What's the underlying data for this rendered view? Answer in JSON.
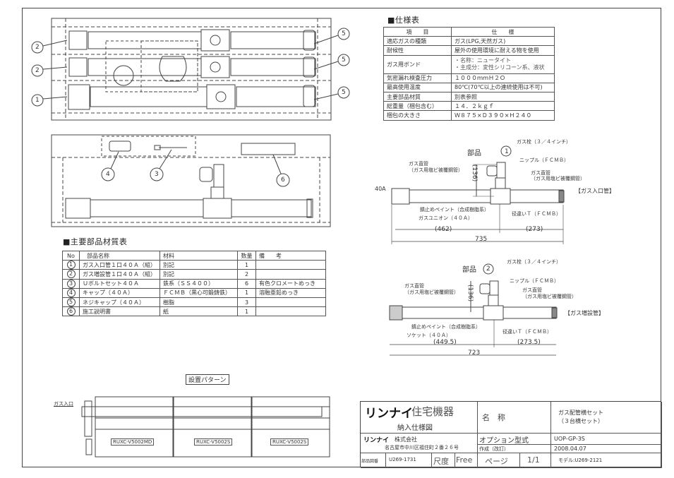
{
  "spec_table": {
    "title": "■仕様表",
    "headers": [
      "項　　目",
      "仕　　様"
    ],
    "rows": [
      {
        "item": "適応ガスの種類",
        "spec": "ガス(LPG,天然ガス)"
      },
      {
        "item": "耐候性",
        "spec": "屋外の使用環境に耐える物を使用"
      },
      {
        "item": "ガス用ボンド",
        "spec": "・名称：ニュータイト",
        "spec2": "・主成分：変性シリコーン系、液状"
      },
      {
        "item": "気密漏れ検査圧力",
        "spec": "１０００ｍｍＨ２Ｏ"
      },
      {
        "item": "最高使用温度",
        "spec": "80℃(70℃以上の連続使用は不可)"
      },
      {
        "item": "主要部品材質",
        "spec": "別表参照"
      },
      {
        "item": "総重量（梱包含む）",
        "spec": "１４．２ｋｇｆ"
      },
      {
        "item": "梱包の大きさ",
        "spec": "Ｗ８７５×Ｄ３９０×Ｈ２４０"
      }
    ]
  },
  "parts_table": {
    "title": "■主要部品材質表",
    "headers": [
      "No",
      "部品名称",
      "材料",
      "数量",
      "備　　考"
    ],
    "rows": [
      {
        "no": "1",
        "name": "ガス入口管１口４０Ａ（組）",
        "material": "別記",
        "qty": "1",
        "note": ""
      },
      {
        "no": "2",
        "name": "ガス増設管１口４０Ａ（組）",
        "material": "別記",
        "qty": "2",
        "note": ""
      },
      {
        "no": "3",
        "name": "Ｕボルトセット４０Ａ",
        "material": "鉄系（ＳＳ４００）",
        "qty": "6",
        "note": "有色クロメートめっき"
      },
      {
        "no": "4",
        "name": "キャップ（４０Ａ）",
        "material": "ＦＣＭＢ（黒心可鍛鋳鉄）",
        "qty": "1",
        "note": "溶融亜鉛めっき"
      },
      {
        "no": "5",
        "name": "ネジキャップ（４０Ａ）",
        "material": "樹脂",
        "qty": "3",
        "note": ""
      },
      {
        "no": "6",
        "name": "施工説明書",
        "material": "紙",
        "qty": "1",
        "note": ""
      }
    ]
  },
  "packing_diagram": {
    "callouts_left": [
      "2",
      "2",
      "1"
    ],
    "callouts_right": [
      "5",
      "5",
      "5"
    ],
    "callouts_lower": [
      "4",
      "3",
      "6"
    ]
  },
  "part1_diagram": {
    "title": "部品",
    "part_no": "1",
    "type_label": "【ガス入口管】",
    "labels": {
      "gas_valve": "ガス栓（３／４インチ）",
      "nipple": "ニップル（ＦＣＭＢ）",
      "pipe_left": "ガス直管",
      "pipe_left_sub": "（ガス用塩ビ被覆鋼管）",
      "pipe_right": "ガス直管",
      "pipe_right_sub": "（ガス用塩ビ被覆鋼管）",
      "rust_paint": "錆止めペイント（合成樹脂系）",
      "union": "ガスユニオン（４０Ａ）",
      "tee": "径違いＴ（ＦＣＭＢ）",
      "size": "40A"
    },
    "dims": {
      "height": "(136)",
      "left": "(462)",
      "right": "(273)",
      "total": "735"
    }
  },
  "part2_diagram": {
    "title": "部品",
    "part_no": "2",
    "type_label": "【ガス増設管】",
    "labels": {
      "gas_valve": "ガス栓（３／４インチ）",
      "nipple": "ニップル（ＦＣＭＢ）",
      "pipe_left": "ガス直管",
      "pipe_left_sub": "（ガス用塩ビ被覆鋼管）",
      "pipe_right": "ガス直管",
      "pipe_right_sub": "（ガス用塩ビ被覆鋼管）",
      "rust_paint": "錆止めペイント（合成樹脂系）",
      "socket": "ソケット（４０Ａ）",
      "tee": "径違いＴ（ＦＣＭＢ）"
    },
    "dims": {
      "height": "(136)",
      "left": "(449.5)",
      "right": "(273.5)",
      "total": "723"
    }
  },
  "install_pattern": {
    "title": "設置パターン",
    "gas_inlet": "ガス入口",
    "units": [
      "RUXC-V5002MD",
      "RUXC-V5002S",
      "RUXC-V5002S"
    ]
  },
  "title_block": {
    "brand": "リンナイ",
    "brand_sub": "住宅機器",
    "doc_type": "納入仕様図",
    "company_brand": "リンナイ",
    "company": "株式会社",
    "address": "名古屋市中川区福住町２番２６号",
    "name_label": "名　称",
    "name_value_1": "ガス配管横セット",
    "name_value_2": "（３台横セット）",
    "option_label": "オプション型式",
    "option_value": "UOP-GP-3S",
    "created_label": "作成（改訂）",
    "created_value": "2008.04.07",
    "part_drawing_label": "部品図番",
    "part_drawing_value": "U269-1731",
    "scale_label": "尺度",
    "scale_value": "Free",
    "page_label": "ページ",
    "page_value": "1/1",
    "model": "モデル:U269-2121"
  }
}
